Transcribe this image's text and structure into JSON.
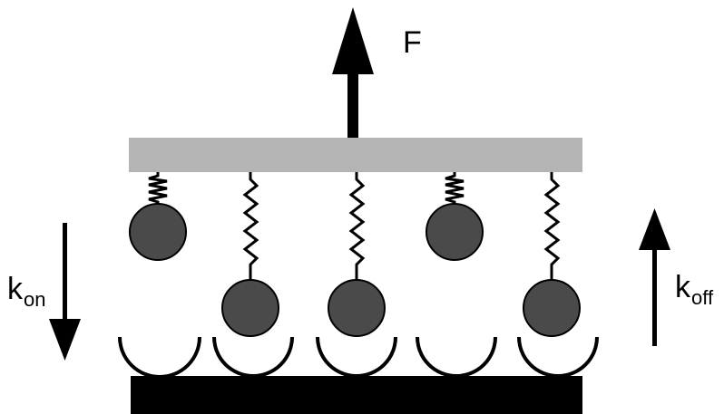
{
  "labels": {
    "force": "F",
    "kon_main": "k",
    "kon_sub": "on",
    "koff_main": "k",
    "koff_sub": "off"
  },
  "colors": {
    "background": "#ffffff",
    "top_plate": "#b4b4b4",
    "substrate": "#000000",
    "bead": "#4a4a4a",
    "stroke": "#000000"
  }
}
